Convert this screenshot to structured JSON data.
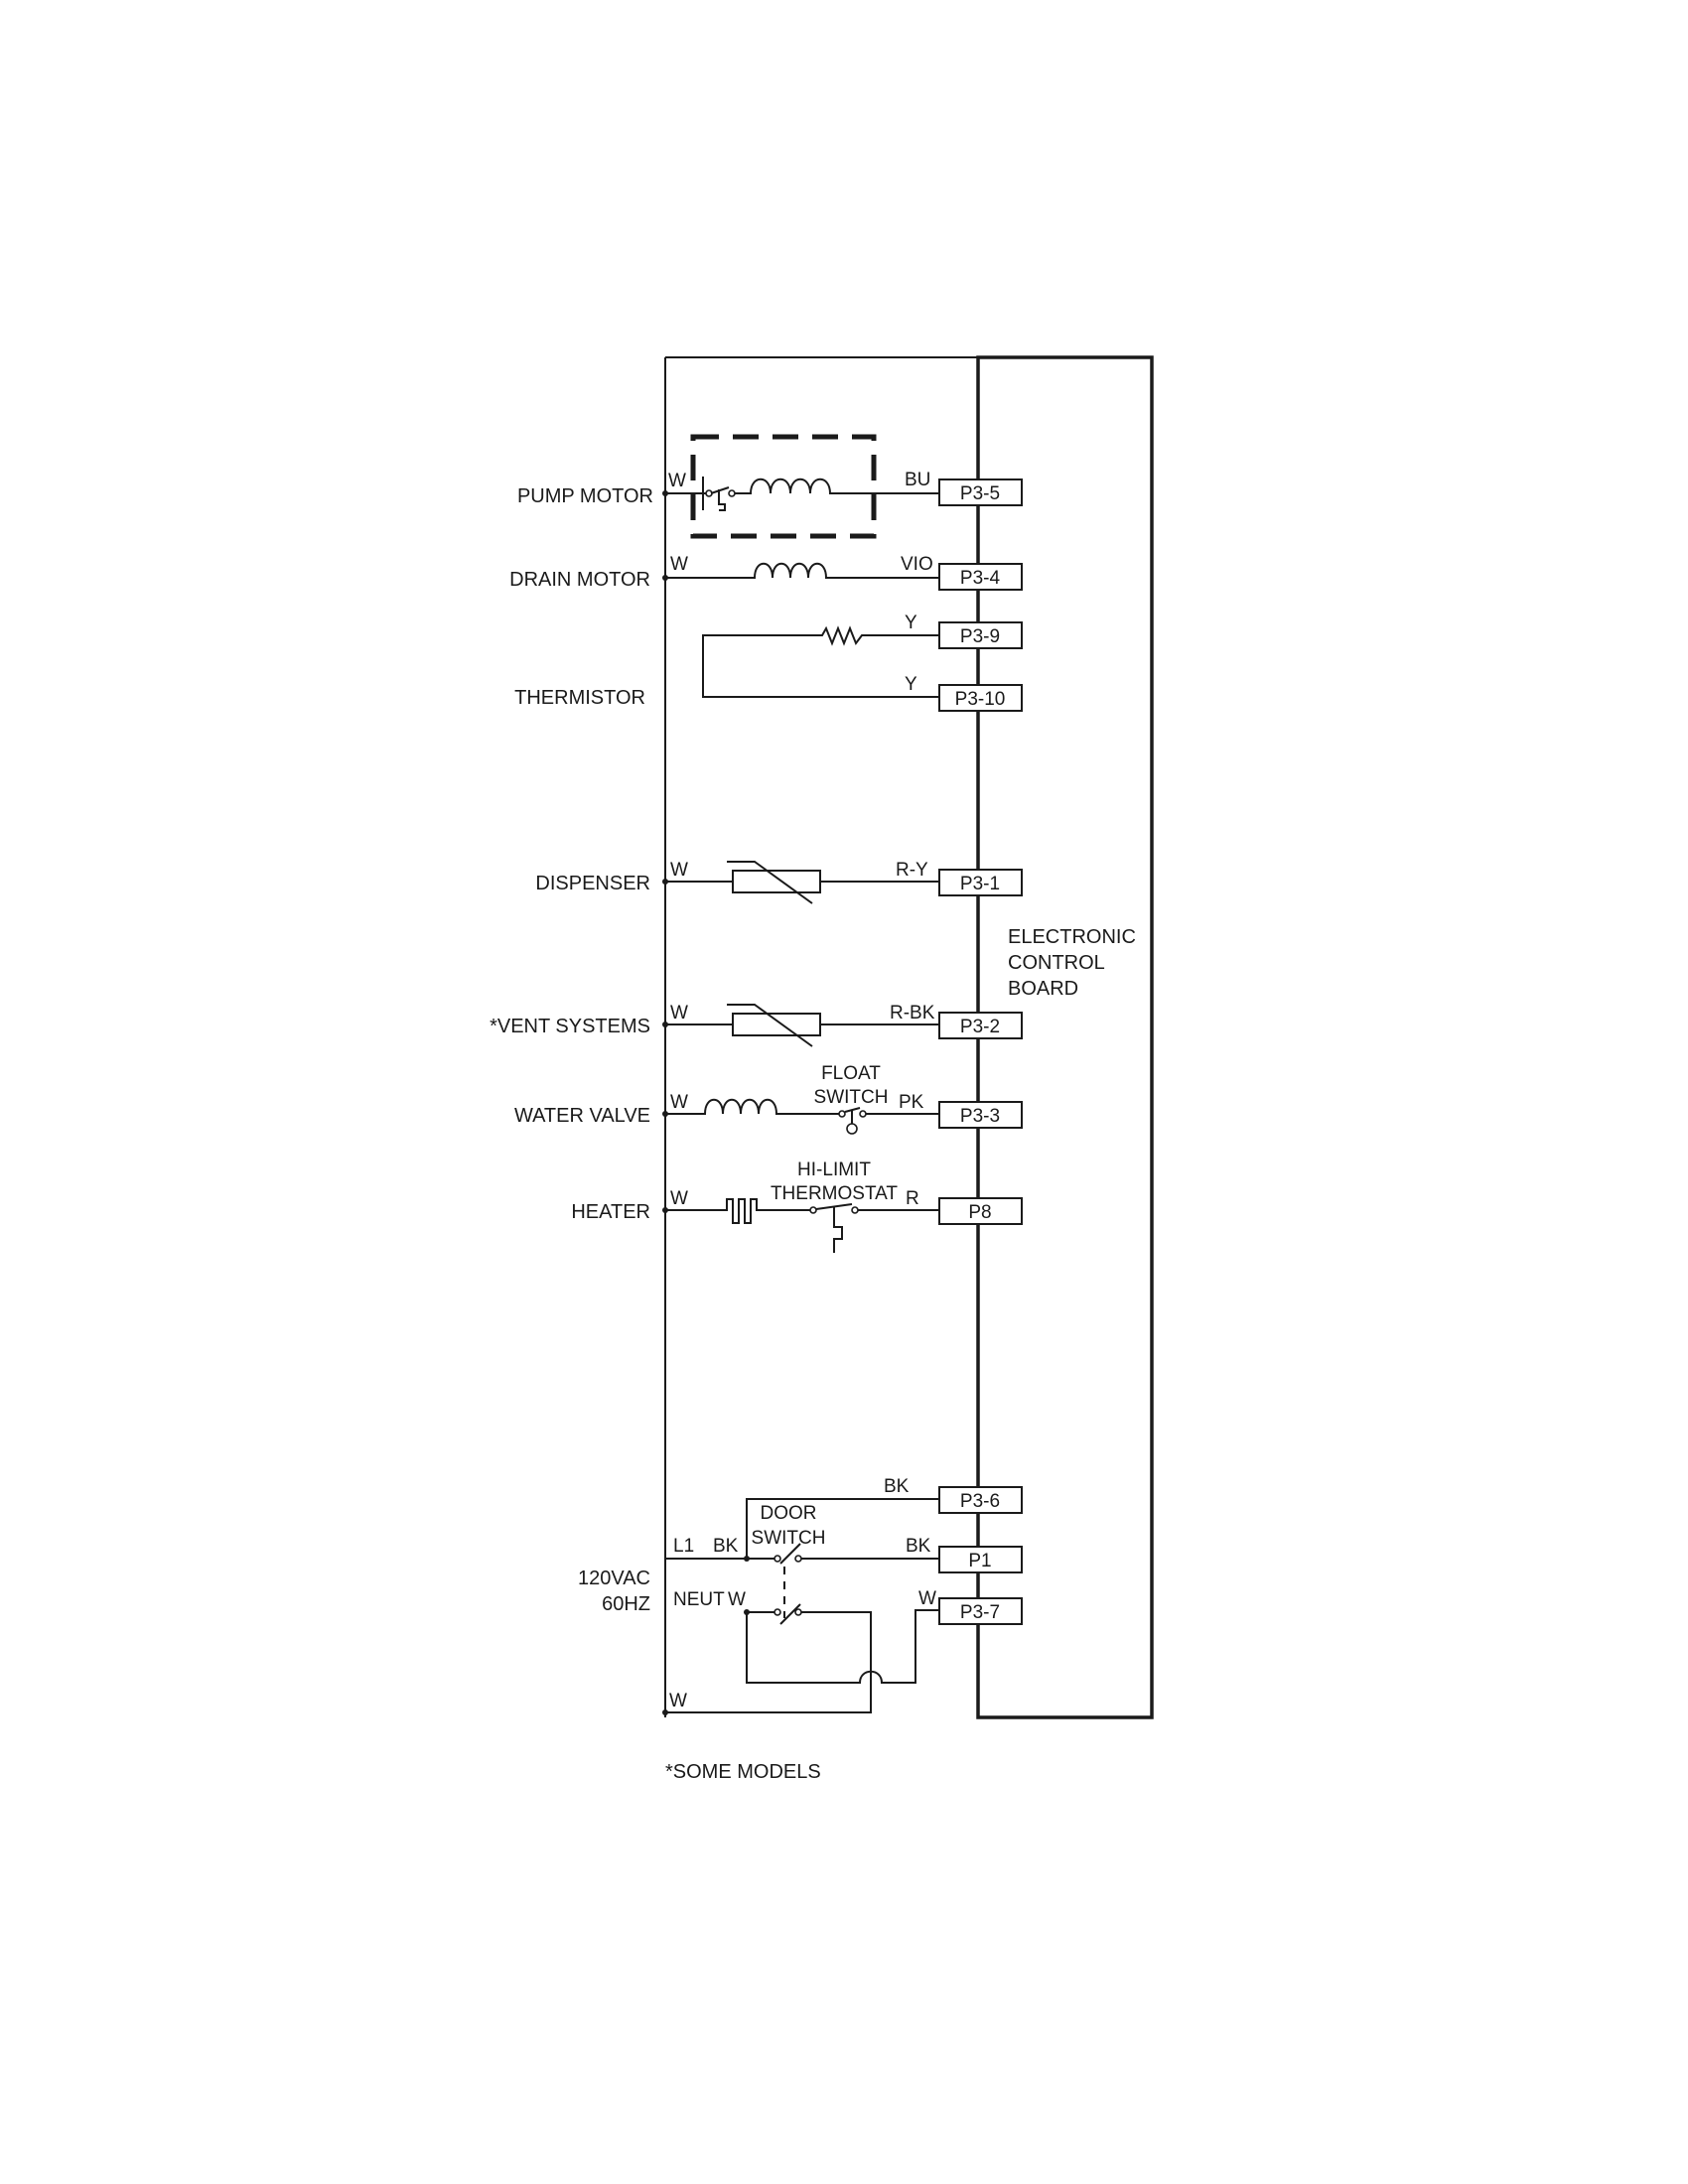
{
  "components": {
    "pump_motor": "PUMP MOTOR",
    "drain_motor": "DRAIN MOTOR",
    "thermistor": "THERMISTOR",
    "dispenser": "DISPENSER",
    "vent_systems": "*VENT SYSTEMS",
    "water_valve": "WATER VALVE",
    "heater": "HEATER",
    "supply_voltage": "120VAC",
    "supply_freq": "60HZ"
  },
  "wire_colors": {
    "pump_left": "W",
    "pump_right": "BU",
    "drain_left": "W",
    "drain_right": "VIO",
    "thermistor_top": "Y",
    "thermistor_bottom": "Y",
    "dispenser_left": "W",
    "dispenser_right": "R-Y",
    "vent_left": "W",
    "vent_right": "R-BK",
    "valve_left": "W",
    "valve_right": "PK",
    "heater_left": "W",
    "heater_right": "R",
    "p36_wire": "BK",
    "l1_wire": "BK",
    "p1_wire": "BK",
    "neut_wire": "W",
    "p37_wire": "W",
    "bottom_wire": "W"
  },
  "terminals": {
    "p3_5": "P3-5",
    "p3_4": "P3-4",
    "p3_9": "P3-9",
    "p3_10": "P3-10",
    "p3_1": "P3-1",
    "p3_2": "P3-2",
    "p3_3": "P3-3",
    "p8": "P8",
    "p3_6": "P3-6",
    "p1": "P1",
    "p3_7": "P3-7"
  },
  "switches": {
    "float_line1": "FLOAT",
    "float_line2": "SWITCH",
    "hilimit_line1": "HI-LIMIT",
    "hilimit_line2": "THERMOSTAT",
    "door_line1": "DOOR",
    "door_line2": "SWITCH",
    "line_l1": "L1",
    "line_neut": "NEUT"
  },
  "board": {
    "line1": "ELECTRONIC",
    "line2": "CONTROL",
    "line3": "BOARD"
  },
  "footnote": "*SOME MODELS",
  "colors": {
    "ink": "#1a1a1a",
    "background": "#ffffff"
  }
}
